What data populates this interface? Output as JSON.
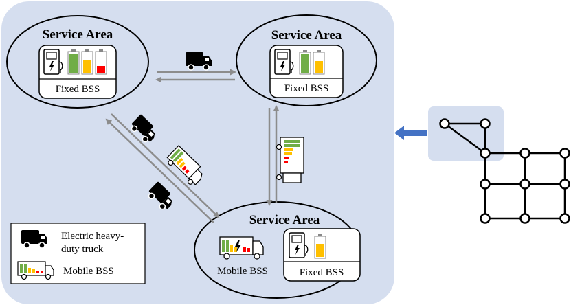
{
  "service_areas": [
    {
      "title": "Service Area",
      "station_label": "Fixed BSS"
    },
    {
      "title": "Service Area",
      "station_label": "Fixed BSS"
    },
    {
      "title": "Service Area",
      "mobile_label": "Mobile BSS",
      "station_label": "Fixed BSS"
    }
  ],
  "legend": {
    "truck_label_line1": "Electric heavy-",
    "truck_label_line2": "duty truck",
    "mobile_label": "Mobile BSS"
  },
  "colors": {
    "panel": "#d5deef",
    "network_panel": "#d5deef",
    "arrow_gray": "#8c8c8c",
    "arrow_blue": "#4472c4",
    "battery_green": "#70ad47",
    "battery_yellow": "#ffc000",
    "battery_red": "#ff0000"
  }
}
